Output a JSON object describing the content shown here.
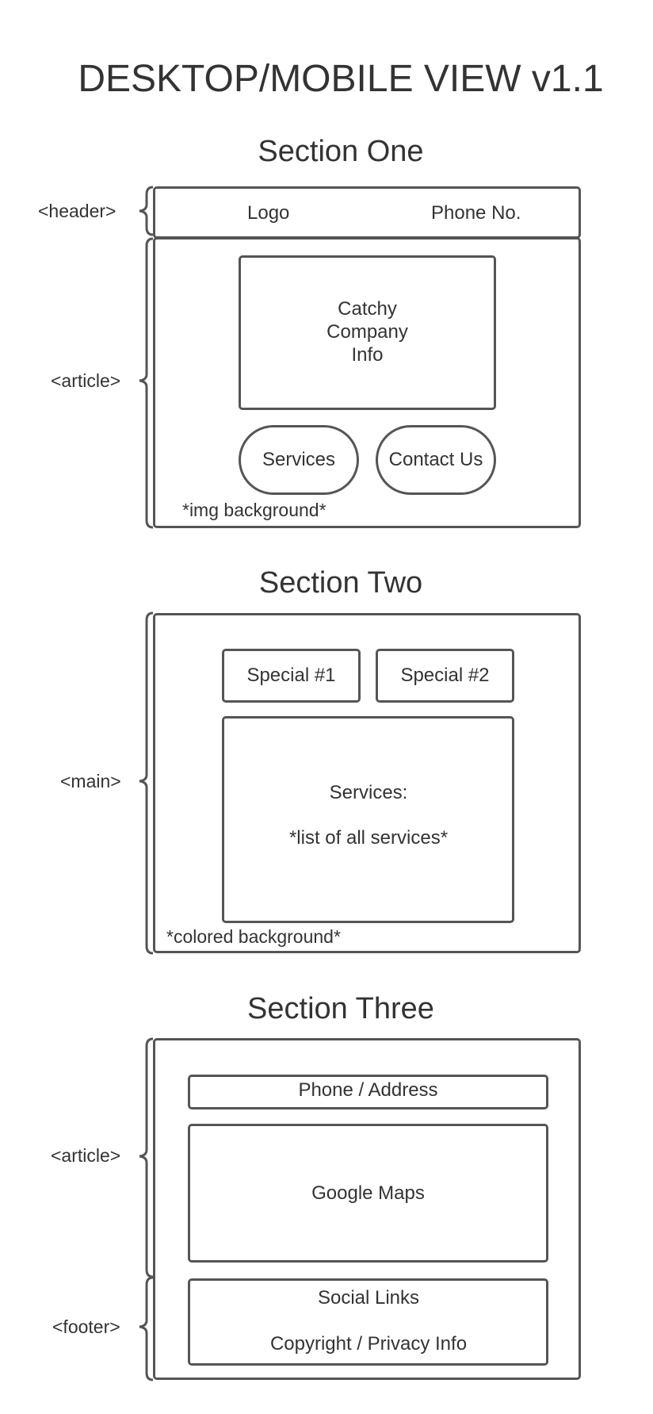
{
  "title": "DESKTOP/MOBILE VIEW v1.1",
  "colors": {
    "stroke": "#555555",
    "text": "#333333",
    "background": "#ffffff"
  },
  "section_one": {
    "heading": "Section One",
    "header_tag": "<header>",
    "article_tag": "<article>",
    "logo": "Logo",
    "phone": "Phone No.",
    "info_lines": [
      "Catchy",
      "Company",
      "Info"
    ],
    "services_button": "Services",
    "contact_button": "Contact Us",
    "note": "*img background*"
  },
  "section_two": {
    "heading": "Section Two",
    "main_tag": "<main>",
    "special1": "Special #1",
    "special2": "Special #2",
    "services_label": "Services:",
    "services_list": "*list of all services*",
    "note": "*colored background*"
  },
  "section_three": {
    "heading": "Section Three",
    "article_tag": "<article>",
    "footer_tag": "<footer>",
    "phone_address": "Phone / Address",
    "google_maps": "Google Maps",
    "social_links": "Social Links",
    "copyright": "Copyright / Privacy Info"
  }
}
